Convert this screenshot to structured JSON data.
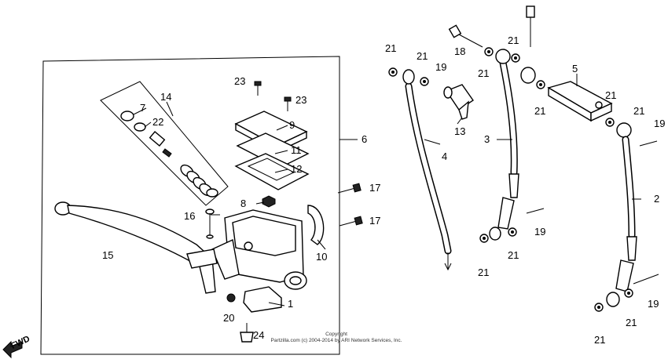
{
  "diagram": {
    "labels": [
      "1",
      "2",
      "3",
      "4",
      "5",
      "6",
      "7",
      "8",
      "9",
      "10",
      "11",
      "12",
      "13",
      "14",
      "15",
      "16",
      "17",
      "18",
      "19",
      "20",
      "21",
      "22",
      "23",
      "24"
    ],
    "fwd_label": "FWD",
    "copyright_line1": "Copyright",
    "copyright_line2": "Partzilla.com (c) 2004-2014 by ARI Network Services, Inc."
  }
}
